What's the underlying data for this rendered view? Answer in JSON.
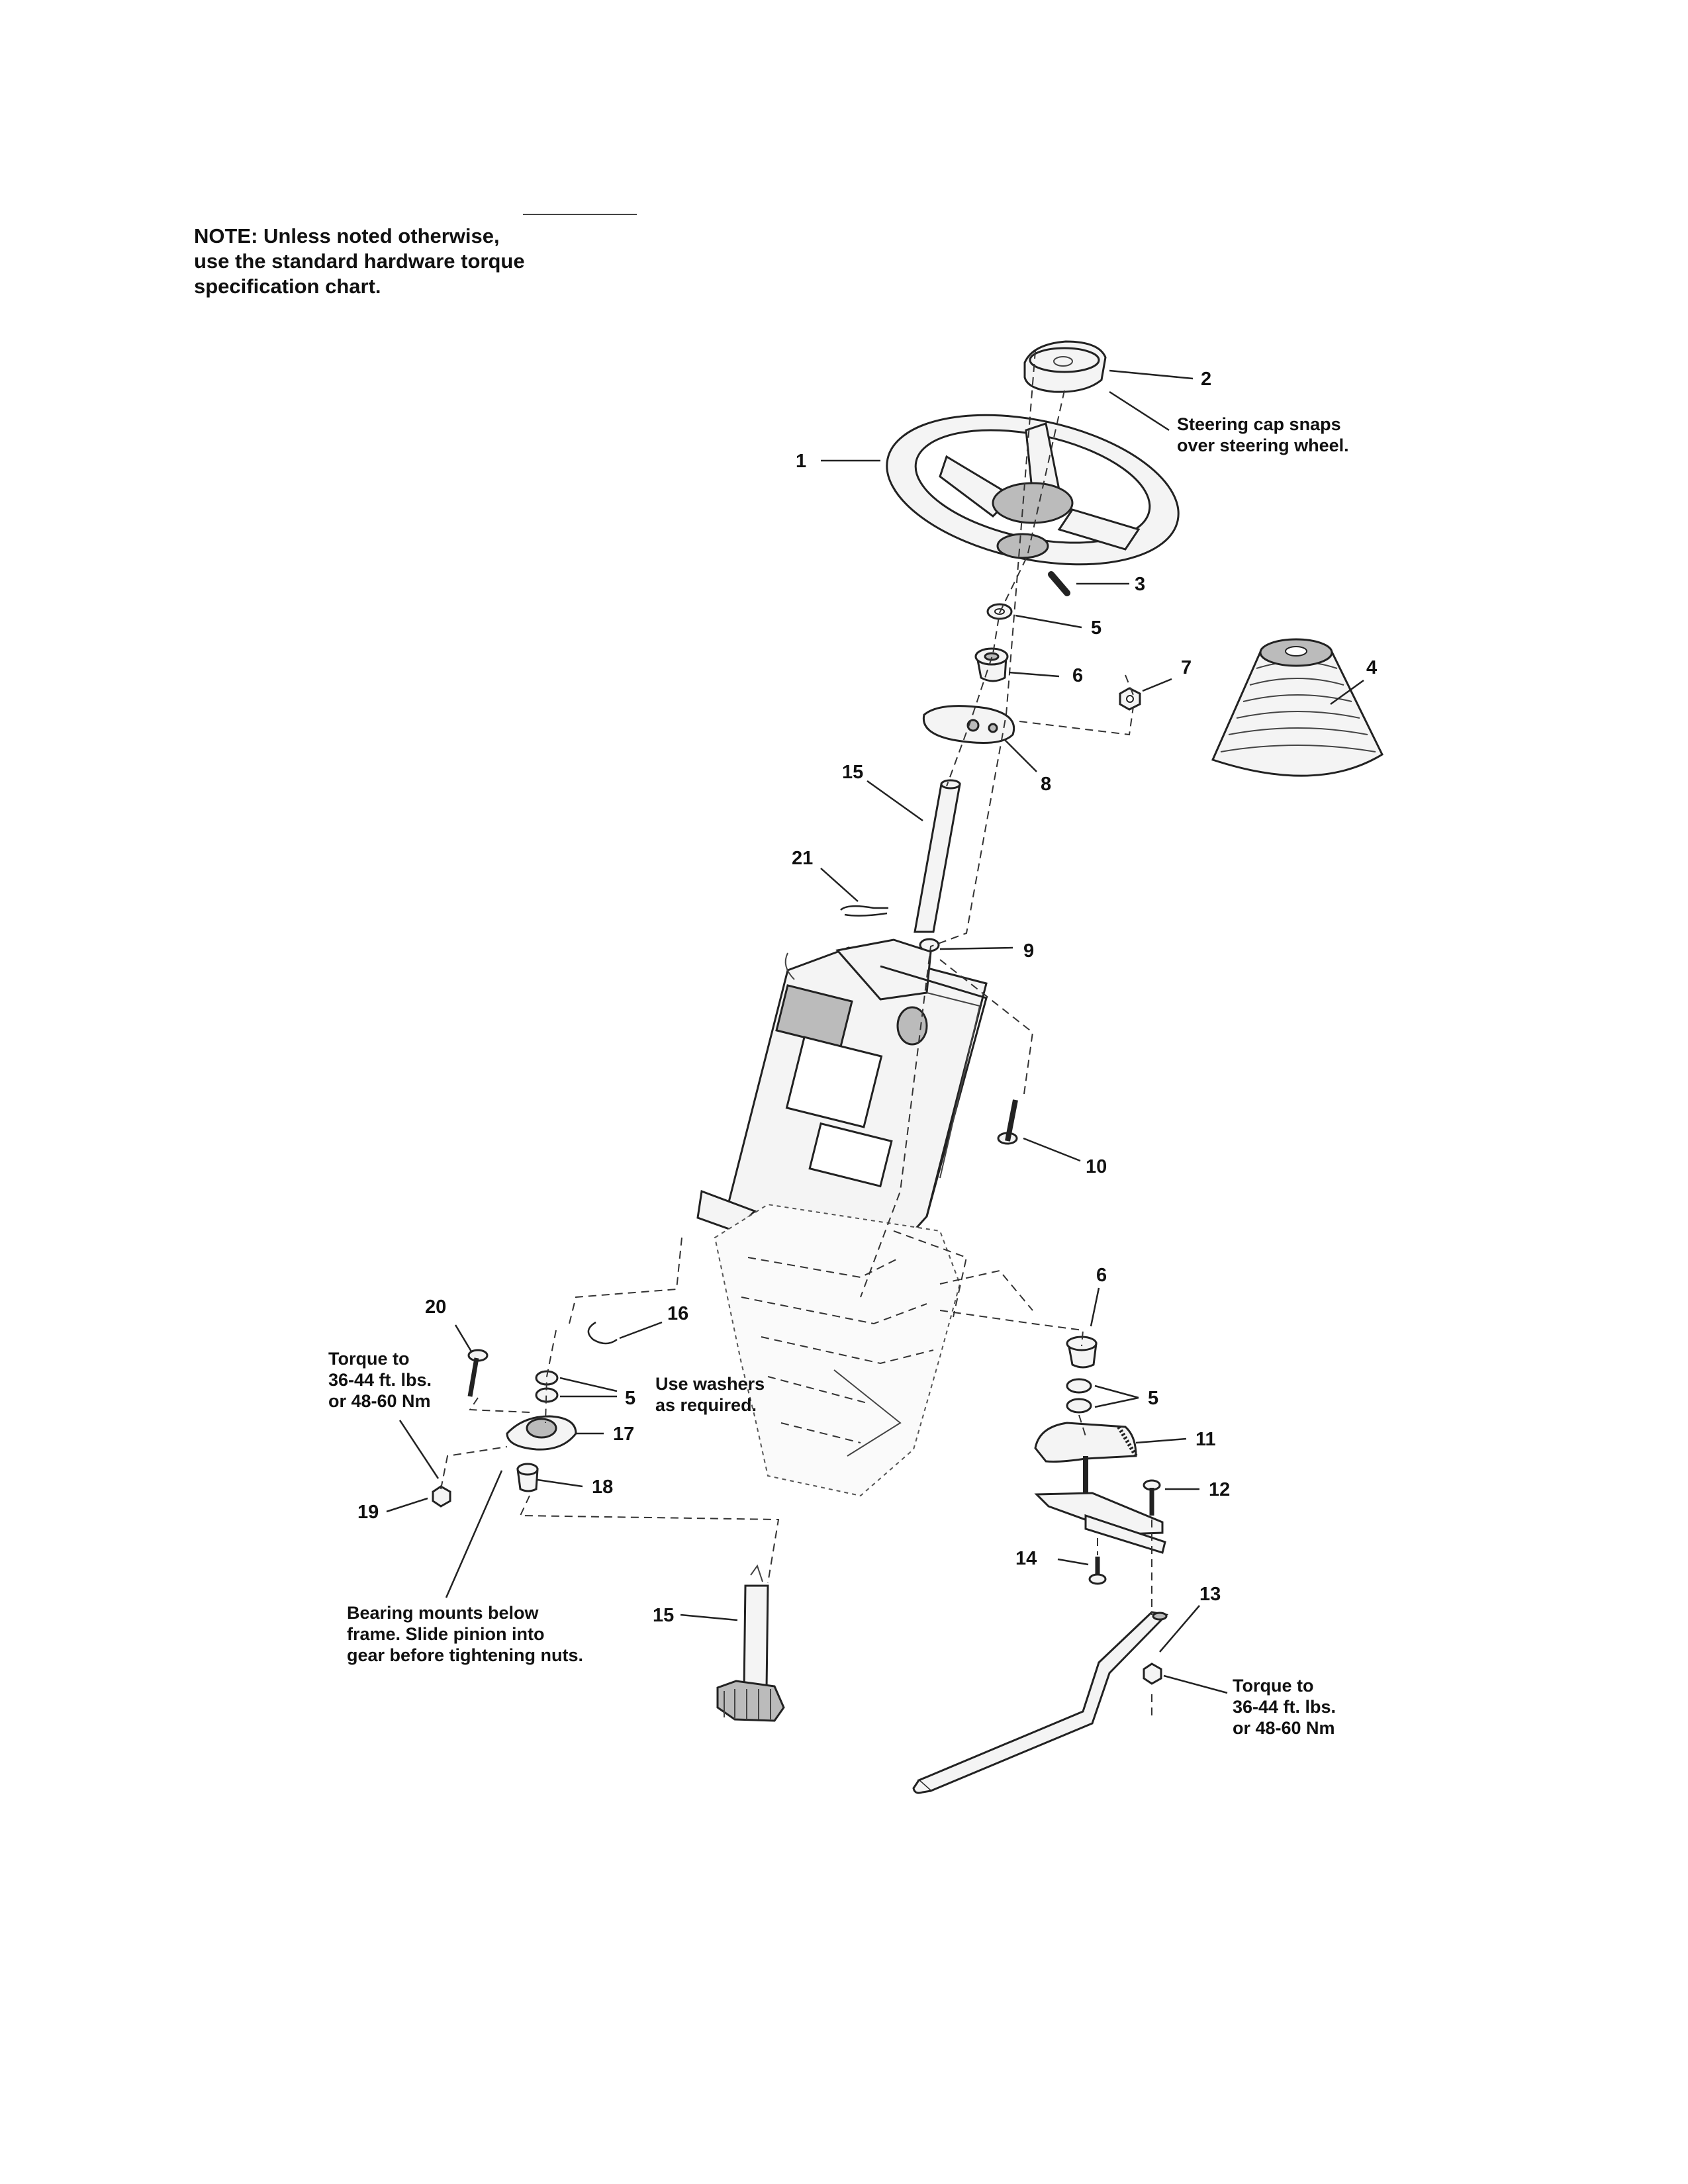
{
  "note": {
    "lines": [
      "NOTE: Unless noted otherwise,",
      "use the standard hardware torque",
      "specification chart."
    ]
  },
  "parts": {
    "p1": "1",
    "p2": "2",
    "p3": "3",
    "p4": "4",
    "p5a": "5",
    "p5b": "5",
    "p5c": "5",
    "p6a": "6",
    "p6b": "6",
    "p7": "7",
    "p8": "8",
    "p9": "9",
    "p10": "10",
    "p11": "11",
    "p12": "12",
    "p13": "13",
    "p14": "14",
    "p15a": "15",
    "p15b": "15",
    "p16": "16",
    "p17": "17",
    "p18": "18",
    "p19": "19",
    "p20": "20",
    "p21": "21"
  },
  "callouts": {
    "steering_cap": [
      "Steering cap snaps",
      "over steering wheel."
    ],
    "torque_left": [
      "Torque to",
      "36-44 ft. lbs.",
      "or 48-60 Nm"
    ],
    "use_washers": [
      "Use washers",
      "as required."
    ],
    "bearing": [
      "Bearing mounts below",
      "frame.  Slide pinion into",
      "gear before tightening nuts."
    ],
    "torque_right": [
      "Torque to",
      "36-44 ft. lbs.",
      "or 48-60 Nm"
    ]
  }
}
